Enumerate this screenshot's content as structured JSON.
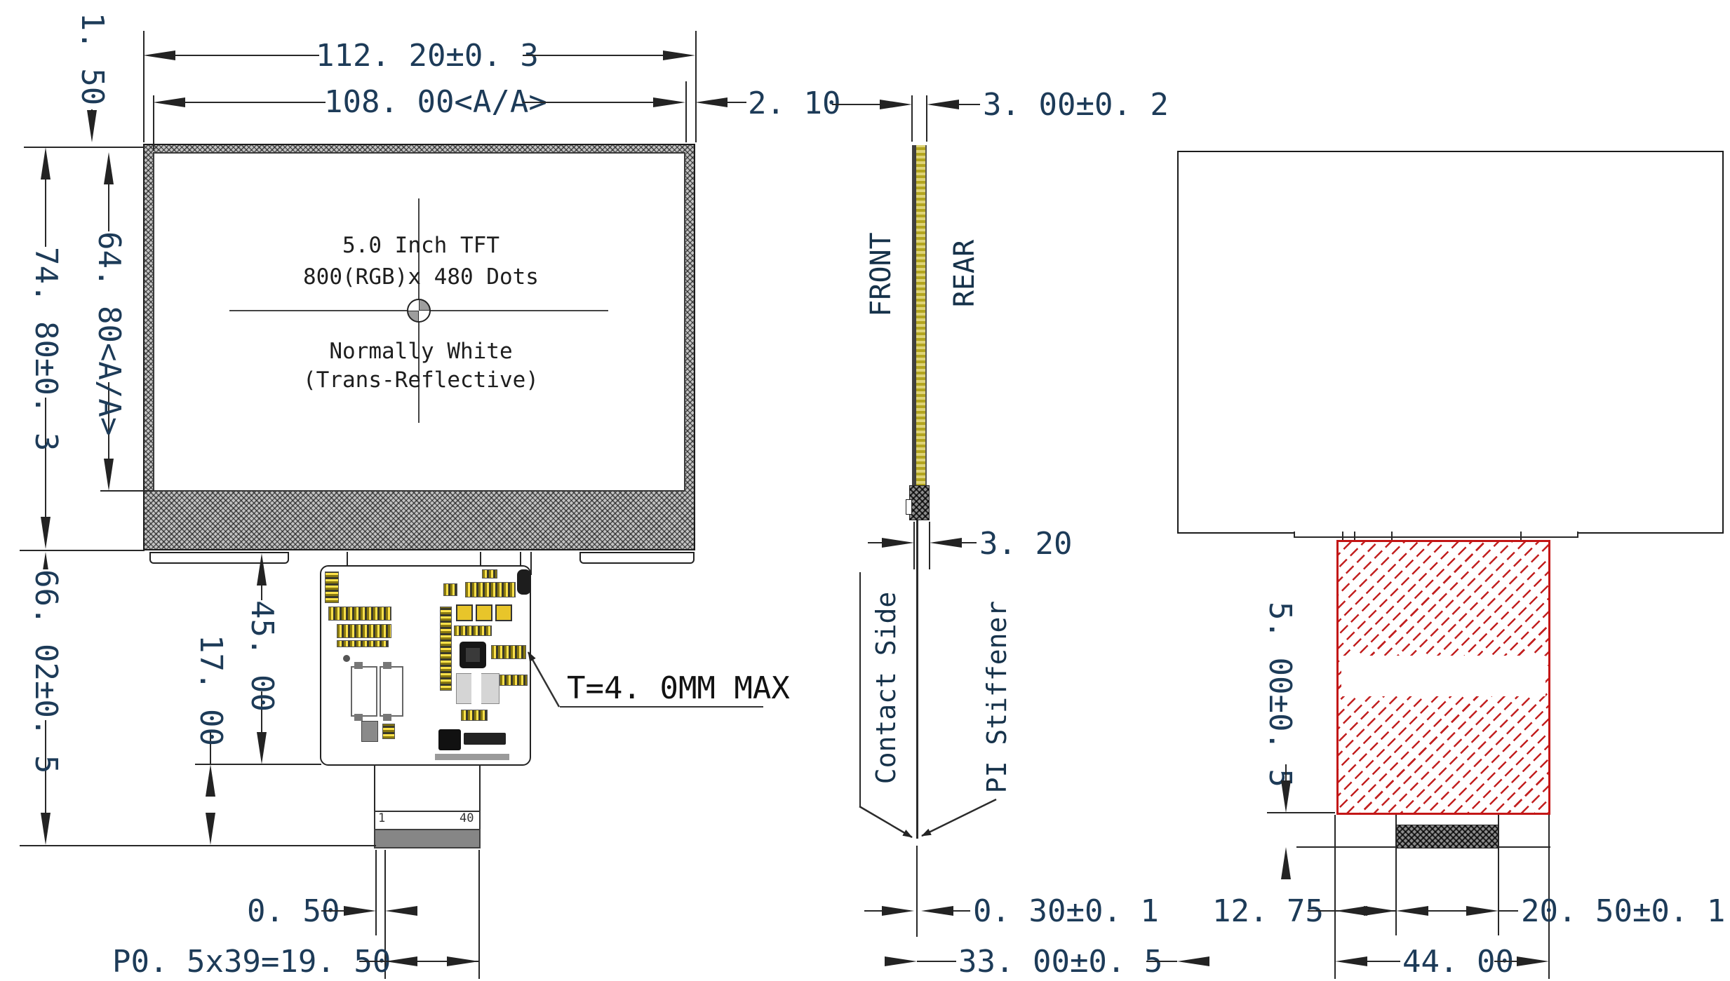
{
  "front_view": {
    "screen": {
      "line1": "5.0 Inch TFT",
      "line2": "800(RGB)x 480 Dots",
      "line3": "Normally White",
      "line4": "(Trans-Reflective)"
    },
    "dims": {
      "outer_width": "112. 20±0. 3",
      "active_width": "108. 00<A/A>",
      "right_margin": "2. 10",
      "top_margin": "1. 50",
      "outer_height": "74. 80±0. 3",
      "active_height": "64. 80<A/A>",
      "module_length": "66. 02±0. 5",
      "pcb_length": "45. 00",
      "tail_length": "17. 00",
      "pin_offset": "0. 50",
      "pin_pitch": "P0. 5x39=19. 50"
    },
    "pins": {
      "first": "1",
      "last": "40"
    },
    "thickness_note": "T=4. 0MM MAX"
  },
  "side_view": {
    "front_label": "FRONT",
    "rear_label": "REAR",
    "contact_label": "Contact Side",
    "stiffener_label": "PI Stiffener",
    "dims": {
      "thickness": "3. 00±0. 2",
      "fpc_exit": "3. 20",
      "contact_thickness": "0. 30±0. 1",
      "tail_length": "33. 00±0. 5"
    }
  },
  "rear_view": {
    "dims": {
      "stiffener_height": "5. 00±0. 5",
      "offset": "12. 75",
      "contact_width": "20. 50±0. 1",
      "stiffener_width": "44. 00"
    }
  },
  "colors": {
    "hatch_red": "#c31616",
    "dim_text": "#1d3b58"
  }
}
